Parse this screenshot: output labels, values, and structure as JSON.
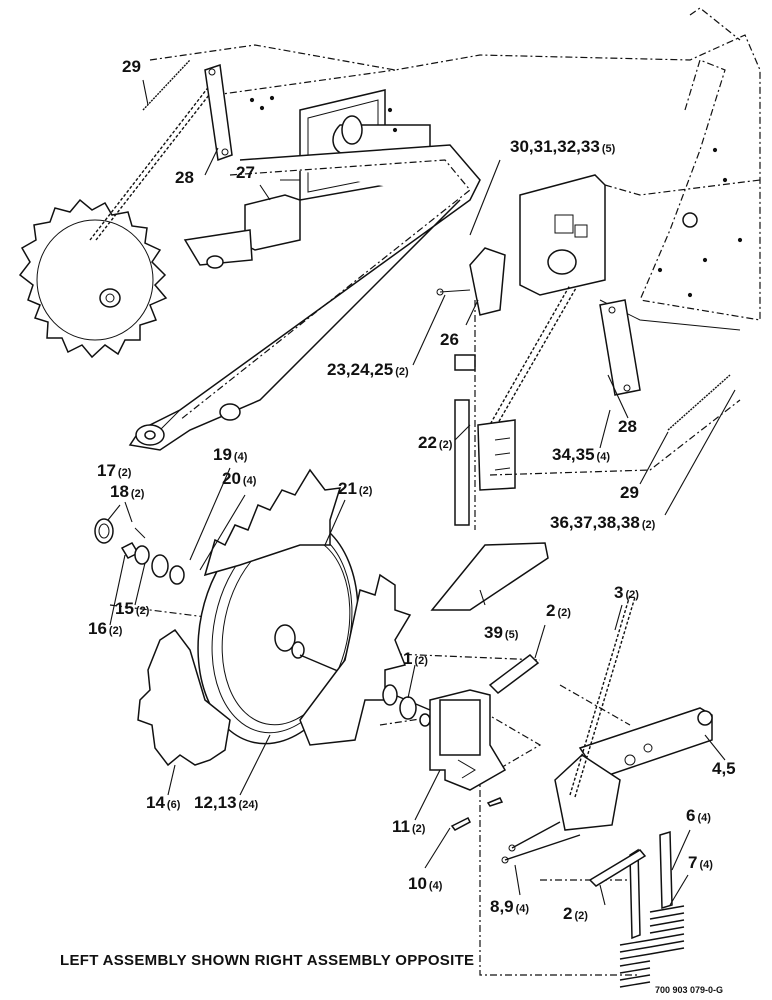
{
  "diagram": {
    "caption": "LEFT ASSEMBLY SHOWN RIGHT ASSEMBLY OPPOSITE",
    "figure_id": "700 903 079-0-G",
    "callouts": [
      {
        "id": "c29a",
        "num": "29",
        "qty": ""
      },
      {
        "id": "c28a",
        "num": "28",
        "qty": ""
      },
      {
        "id": "c27",
        "num": "27",
        "qty": ""
      },
      {
        "id": "c30",
        "num": "30,31,32,33",
        "qty": "(5)"
      },
      {
        "id": "c26",
        "num": "26",
        "qty": ""
      },
      {
        "id": "c23",
        "num": "23,24,25",
        "qty": "(2)"
      },
      {
        "id": "c22",
        "num": "22",
        "qty": "(2)"
      },
      {
        "id": "c28b",
        "num": "28",
        "qty": ""
      },
      {
        "id": "c34",
        "num": "34,35",
        "qty": "(4)"
      },
      {
        "id": "c29b",
        "num": "29",
        "qty": ""
      },
      {
        "id": "c36",
        "num": "36,37,38,38",
        "qty": "(2)"
      },
      {
        "id": "c19",
        "num": "19",
        "qty": "(4)"
      },
      {
        "id": "c20",
        "num": "20",
        "qty": "(4)"
      },
      {
        "id": "c21",
        "num": "21",
        "qty": "(2)"
      },
      {
        "id": "c17",
        "num": "17",
        "qty": "(2)"
      },
      {
        "id": "c18",
        "num": "18",
        "qty": "(2)"
      },
      {
        "id": "c15",
        "num": "15",
        "qty": "(2)"
      },
      {
        "id": "c16",
        "num": "16",
        "qty": "(2)"
      },
      {
        "id": "c39",
        "num": "39",
        "qty": "(5)"
      },
      {
        "id": "c2a",
        "num": "2",
        "qty": "(2)"
      },
      {
        "id": "c3",
        "num": "3",
        "qty": "(2)"
      },
      {
        "id": "c1",
        "num": "1",
        "qty": "(2)"
      },
      {
        "id": "c45",
        "num": "4,5",
        "qty": ""
      },
      {
        "id": "c14",
        "num": "14",
        "qty": "(6)"
      },
      {
        "id": "c12",
        "num": "12,13",
        "qty": "(24)"
      },
      {
        "id": "c11",
        "num": "11",
        "qty": "(2)"
      },
      {
        "id": "c6",
        "num": "6",
        "qty": "(4)"
      },
      {
        "id": "c7",
        "num": "7",
        "qty": "(4)"
      },
      {
        "id": "c10",
        "num": "10",
        "qty": "(4)"
      },
      {
        "id": "c89",
        "num": "8,9",
        "qty": "(4)"
      },
      {
        "id": "c2b",
        "num": "2",
        "qty": "(2)"
      }
    ]
  }
}
